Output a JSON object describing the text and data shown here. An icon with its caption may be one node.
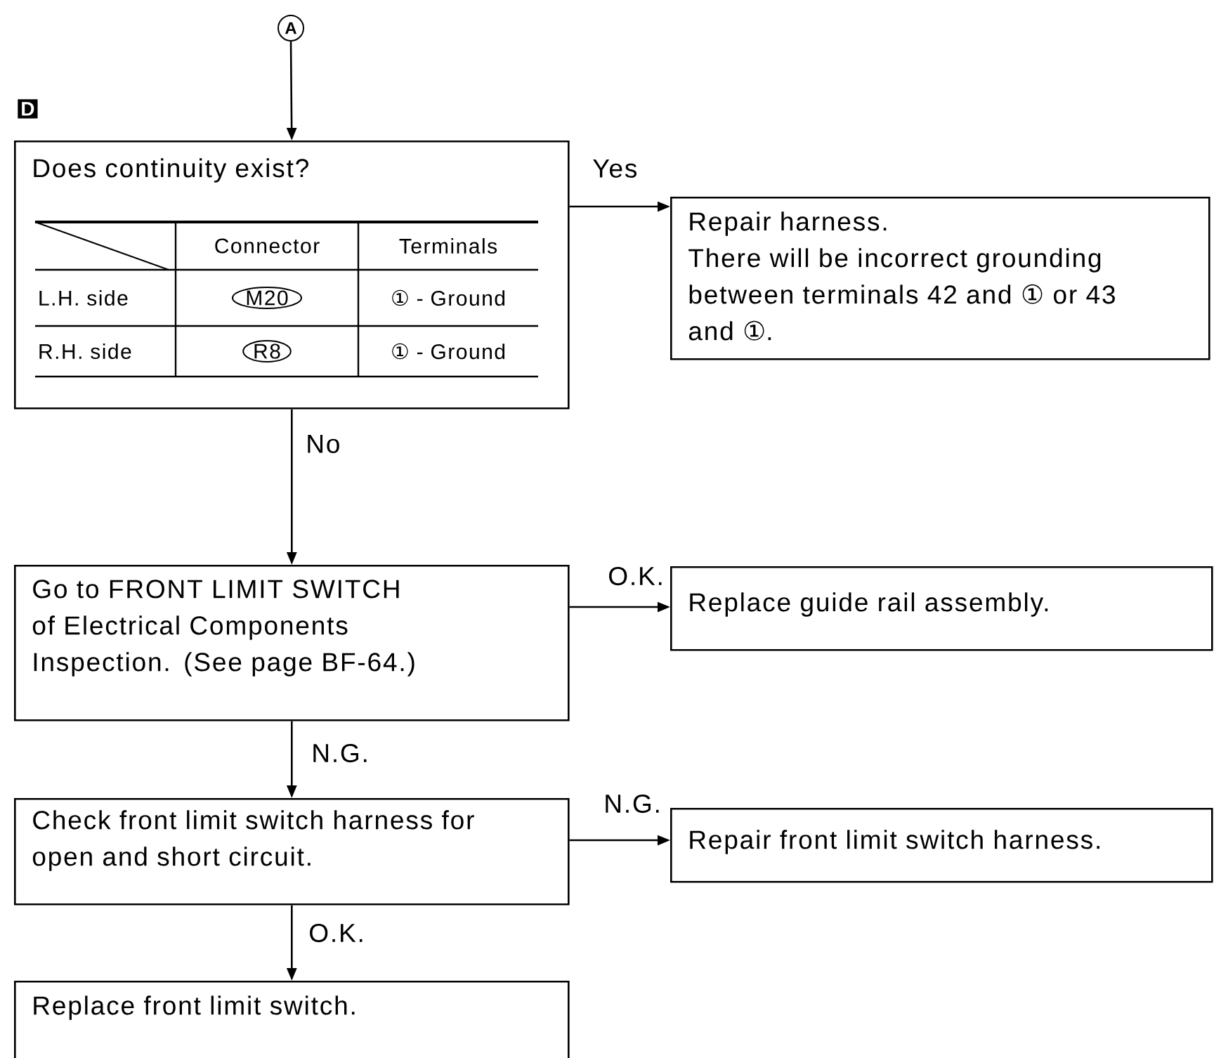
{
  "diagram": {
    "nodes": [
      {
        "text": [
          "A"
        ]
      },
      {
        "text": [
          "Does continuity exist?",
          "Connector",
          "Terminals",
          "L.H. side",
          "M20",
          "① - Ground",
          "R.H. side",
          "R8",
          "① - Ground"
        ]
      },
      {
        "text": [
          "Repair harness.",
          "There will be incorrect grounding between terminals 42 and ① or 43 and ①."
        ]
      },
      {
        "text": [
          "Go to FRONT LIMIT SWITCH of Electrical Components Inspection. (See page BF-64.)"
        ]
      },
      {
        "text": [
          "Replace guide rail assembly."
        ]
      },
      {
        "text": [
          "Check front limit switch harness for open and short circuit."
        ]
      },
      {
        "text": [
          "Repair front limit switch harness."
        ]
      },
      {
        "text": [
          "Replace front limit switch."
        ]
      }
    ],
    "edges": [
      {
        "from": 0,
        "to": 1,
        "arrow": "to"
      },
      {
        "from": 1,
        "to": 2,
        "arrow": "to",
        "label": "Yes"
      },
      {
        "from": 1,
        "to": 3,
        "arrow": "to",
        "label": "No"
      },
      {
        "from": 3,
        "to": 4,
        "arrow": "to",
        "label": "O.K."
      },
      {
        "from": 3,
        "to": 5,
        "arrow": "to",
        "label": "N.G."
      },
      {
        "from": 5,
        "to": 6,
        "arrow": "to",
        "label": "N.G."
      },
      {
        "from": 5,
        "to": 7,
        "arrow": "to",
        "label": "O.K."
      }
    ],
    "labels": [
      "D"
    ]
  }
}
